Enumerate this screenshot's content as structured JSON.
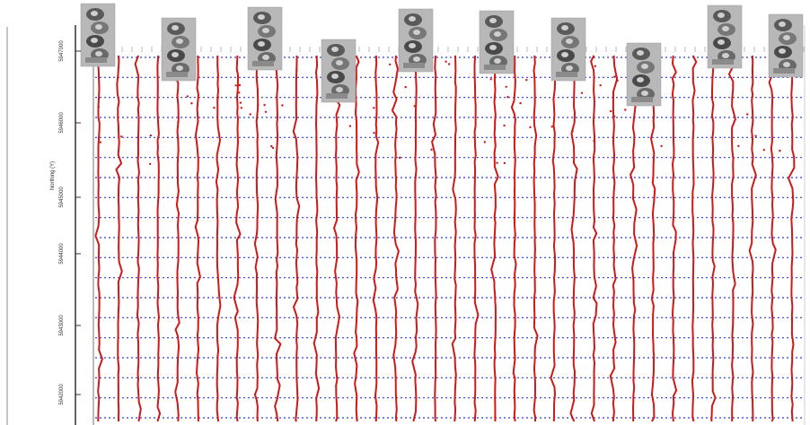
{
  "chart_data": {
    "type": "line",
    "ylabel": "Northing (Y)",
    "y_ticks": [
      "5947000",
      "5946000",
      "5945000",
      "5944000",
      "5943000",
      "5942000"
    ],
    "grid": true,
    "line_color": "#d01818",
    "grid_color": "#2a3fd0",
    "track_count": 36,
    "thumbnail_count": 10
  }
}
